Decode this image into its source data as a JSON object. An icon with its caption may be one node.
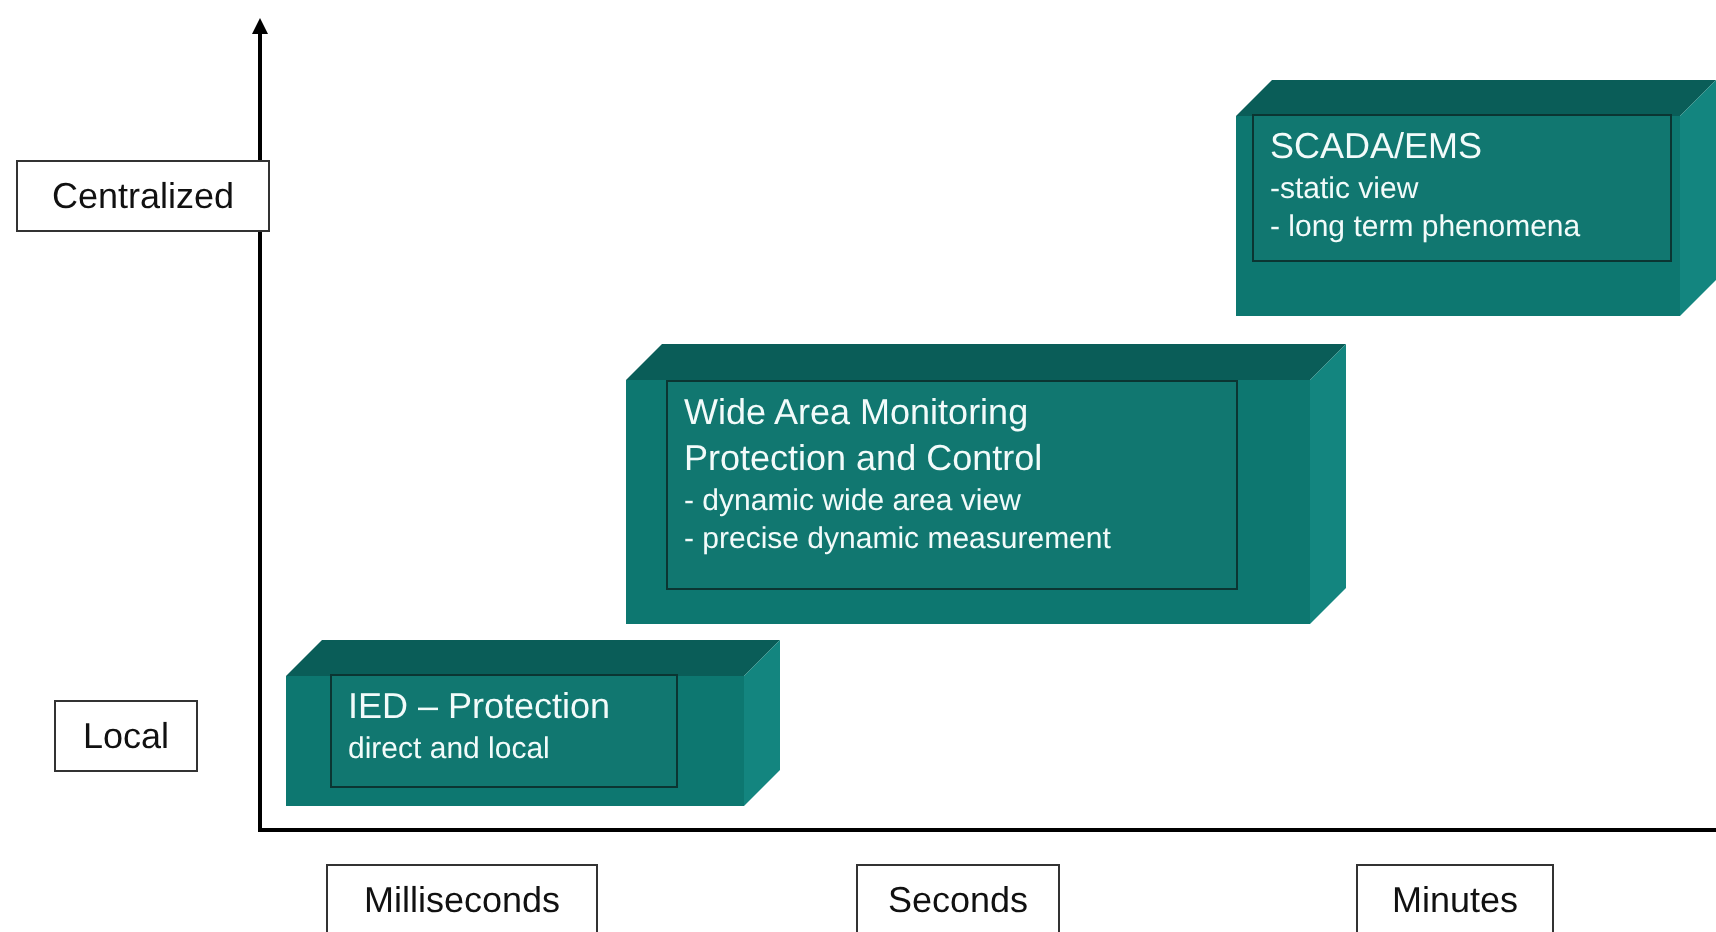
{
  "diagram": {
    "nodes": [
      {
        "text": [
          "Centralized"
        ]
      },
      {
        "text": [
          "SCADA/EMS",
          "-static view",
          "- long term phenomena"
        ]
      },
      {
        "text": [
          "Wide Area Monitoring Protection and Control",
          "- dynamic wide area view",
          "- precise dynamic measurement"
        ]
      },
      {
        "text": [
          "Local"
        ]
      },
      {
        "text": [
          "IED – Protection",
          "direct and local"
        ]
      },
      {
        "text": [
          "Milliseconds"
        ]
      },
      {
        "text": [
          "Seconds"
        ]
      },
      {
        "text": [
          "Minutes"
        ]
      }
    ],
    "edges": []
  }
}
